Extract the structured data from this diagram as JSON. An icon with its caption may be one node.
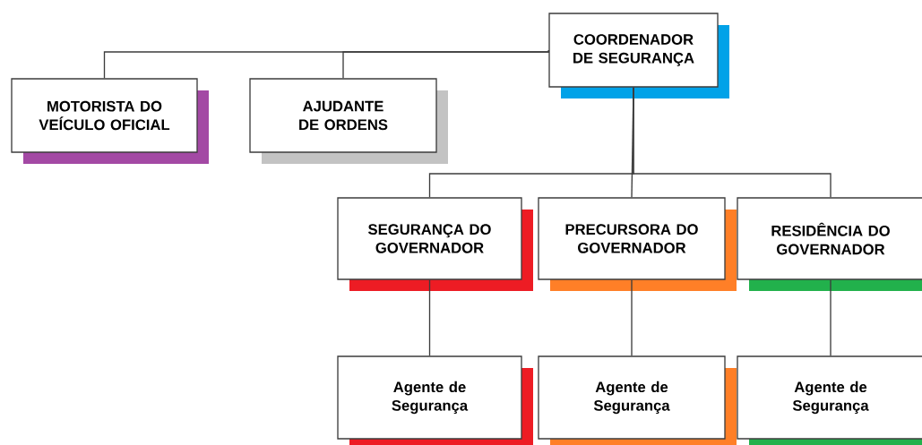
{
  "diagram": {
    "nodes": [
      {
        "text": [
          "COORDENADOR DE SEGURANÇA"
        ]
      },
      {
        "text": [
          "MOTORISTA DO VEÍCULO OFICIAL"
        ]
      },
      {
        "text": [
          "AJUDANTE DE ORDENS"
        ]
      },
      {
        "text": [
          "SEGURANÇA DO GOVERNADOR"
        ]
      },
      {
        "text": [
          "PRECURSORA DO GOVERNADOR"
        ]
      },
      {
        "text": [
          "RESIDÊNCIA DO GOVERNADOR"
        ]
      },
      {
        "text": [
          "Agente de Segurança"
        ]
      },
      {
        "text": [
          "Agente de Segurança"
        ]
      },
      {
        "text": [
          "Agente de Segurança"
        ]
      }
    ],
    "edges": [
      {
        "from": 0,
        "to": 1,
        "arrow": "none"
      },
      {
        "from": 0,
        "to": 2,
        "arrow": "none"
      },
      {
        "from": 0,
        "to": 3,
        "arrow": "none"
      },
      {
        "from": 0,
        "to": 4,
        "arrow": "none"
      },
      {
        "from": 0,
        "to": 5,
        "arrow": "none"
      },
      {
        "from": 3,
        "to": 6,
        "arrow": "none"
      },
      {
        "from": 4,
        "to": 7,
        "arrow": "none"
      },
      {
        "from": 5,
        "to": 8,
        "arrow": "none"
      }
    ]
  }
}
